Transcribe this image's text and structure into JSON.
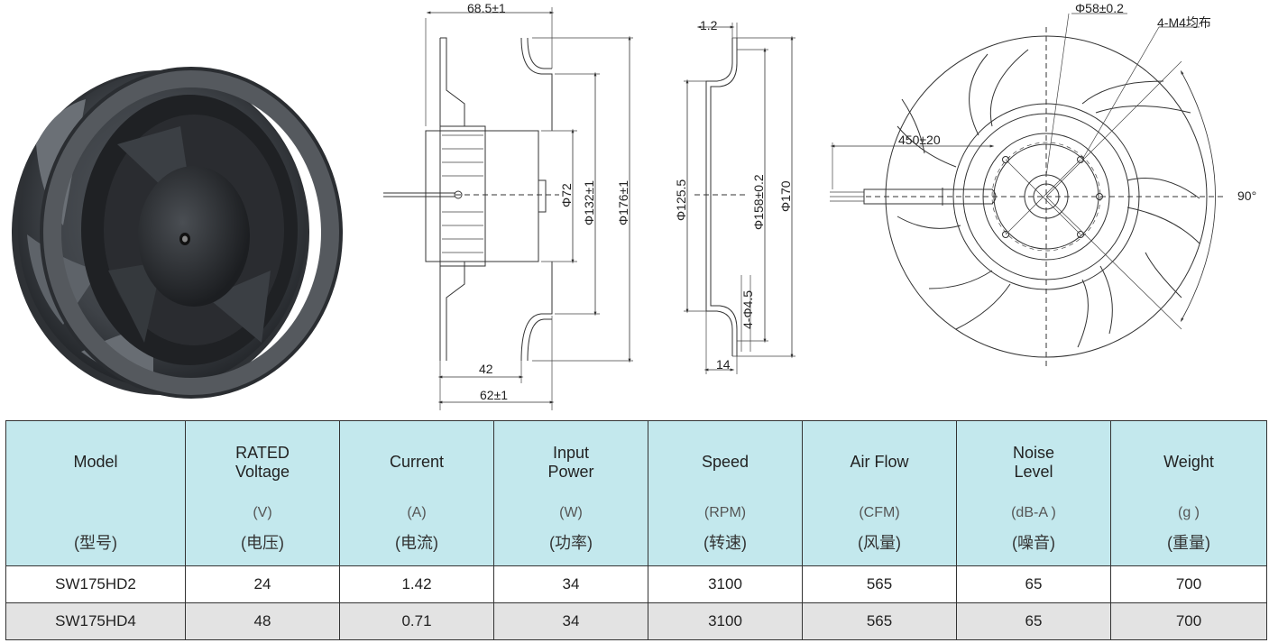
{
  "diagram": {
    "labels": {
      "width_685": "68.5±1",
      "phi72": "Φ72",
      "phi132": "Φ132±1",
      "phi176": "Φ176±1",
      "d42": "42",
      "d62": "62±1",
      "d12": "1.2",
      "phi1255": "Φ125.5",
      "phi158": "Φ158±0.2",
      "phi170": "Φ170",
      "holes": "4-Φ4.5",
      "d14": "14",
      "phi58": "Φ58±0.2",
      "m4": "4-M4均布",
      "cable": "450±20",
      "angle": "90°"
    }
  },
  "table": {
    "columns": [
      {
        "name": "Model",
        "unit": "",
        "cn": "(型号)"
      },
      {
        "name": "RATED Voltage",
        "unit": "(V)",
        "cn": "(电压)"
      },
      {
        "name": "Current",
        "unit": "(A)",
        "cn": "(电流)"
      },
      {
        "name": "Input Power",
        "unit": "(W)",
        "cn": "(功率)"
      },
      {
        "name": "Speed",
        "unit": "(RPM)",
        "cn": "(转速)"
      },
      {
        "name": "Air Flow",
        "unit": "(CFM)",
        "cn": "(风量)"
      },
      {
        "name": "Noise Level",
        "unit": "(dB-A )",
        "cn": "(噪音)"
      },
      {
        "name": "Weight",
        "unit": "(g )",
        "cn": "(重量)"
      }
    ],
    "rows": [
      [
        "SW175HD2",
        "24",
        "1.42",
        "34",
        "3100",
        "565",
        "65",
        "700"
      ],
      [
        "SW175HD4",
        "48",
        "0.71",
        "34",
        "3100",
        "565",
        "65",
        "700"
      ]
    ]
  },
  "colors": {
    "header_bg": "#c3e8ed",
    "alt_row_bg": "#e3e3e3",
    "fan_dark": "#3a3d42"
  }
}
